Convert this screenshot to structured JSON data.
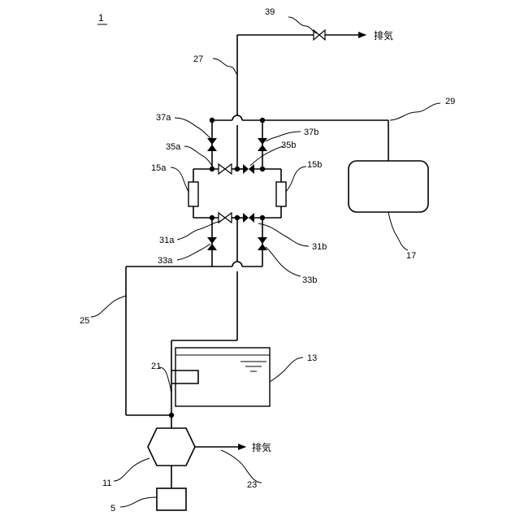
{
  "figure": {
    "number": "1"
  },
  "labels": {
    "valve_39": "39",
    "exhaust_top": "排気",
    "pipe_27": "27",
    "pipe_29": "29",
    "valve_37a": "37a",
    "valve_37b": "37b",
    "valve_35a": "35a",
    "valve_35b": "35b",
    "filter_15a": "15a",
    "filter_15b": "15b",
    "valve_31a": "31a",
    "valve_31b": "31b",
    "valve_33a": "33a",
    "valve_33b": "33b",
    "container_17": "17",
    "pipe_25": "25",
    "pipe_21": "21",
    "tank_13": "13",
    "pump_11": "11",
    "exhaust_bottom": "排気",
    "outlet_23": "23",
    "motor_5": "5"
  }
}
